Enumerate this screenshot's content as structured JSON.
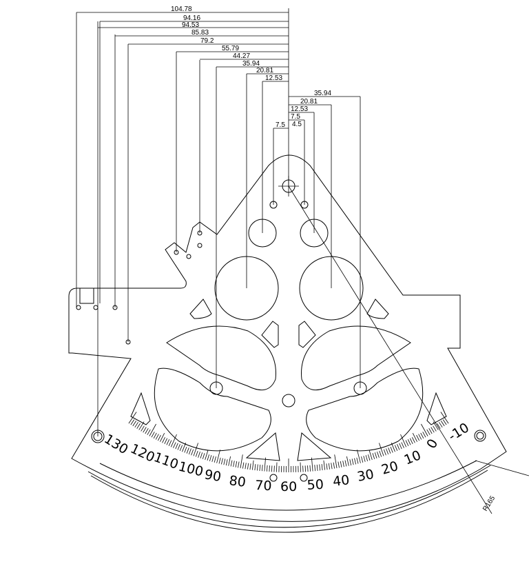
{
  "top_dimensions": [
    "104.78",
    "94.16",
    "94.53",
    "85.83",
    "79.2",
    "55.79",
    "44.27",
    "35.94",
    "20.81",
    "12.53"
  ],
  "right_dimensions": [
    "35.94",
    "20.81",
    "12.53",
    "7.5",
    "4.5"
  ],
  "left_offset_dimension": "7.5",
  "radius_label": "R165",
  "scale_labels": [
    "130",
    "120",
    "110",
    "100",
    "90",
    "80",
    "70",
    "60",
    "50",
    "40",
    "30",
    "20",
    "10",
    "0",
    "-10"
  ]
}
